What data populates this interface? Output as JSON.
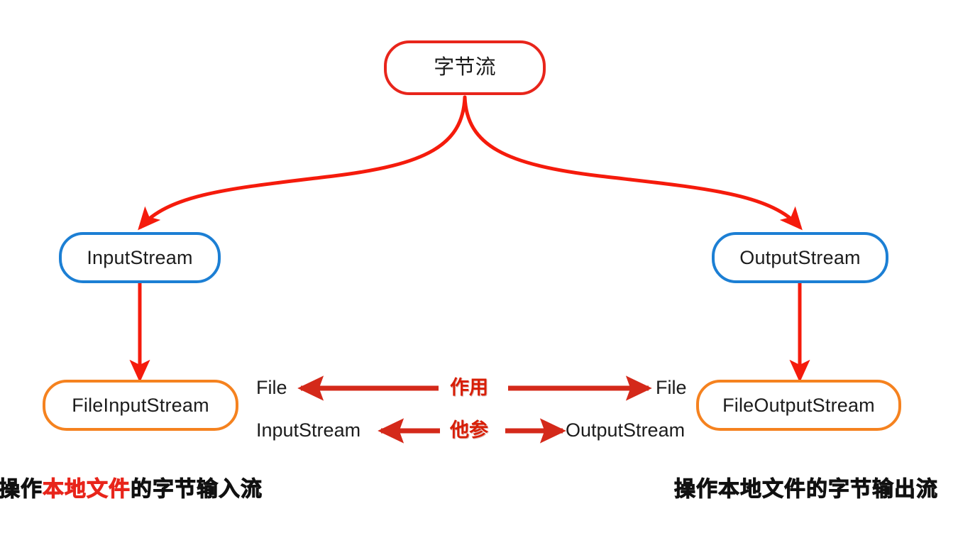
{
  "diagram": {
    "type": "tree-diagram",
    "title_node": "字节流",
    "background_color": "#ffffff",
    "colors": {
      "root_border": "#e8251b",
      "mid_border": "#1c7fd4",
      "leaf_border": "#f5821f",
      "edge": "#f51b0c",
      "arrow": "#d4291a",
      "tag_text": "#d81e06",
      "caption_text": "#111111",
      "caption_highlight": "#e8251b"
    },
    "nodes": [
      {
        "id": "root",
        "label": "字节流",
        "level": "root"
      },
      {
        "id": "input-stream",
        "label": "InputStream",
        "level": "mid"
      },
      {
        "id": "output-stream",
        "label": "OutputStream",
        "level": "mid"
      },
      {
        "id": "file-input-stream",
        "label": "FileInputStream",
        "level": "leaf"
      },
      {
        "id": "file-output-stream",
        "label": "FileOutputStream",
        "level": "leaf"
      }
    ],
    "comparison": {
      "rows": [
        {
          "tag": "作用",
          "left_label": "File",
          "right_label": "File"
        },
        {
          "tag": "他参",
          "left_label": "InputStream",
          "right_label": "OutputStream"
        }
      ]
    },
    "captions": {
      "left": {
        "prefix": "操作",
        "highlight": "本地文件",
        "suffix": "的字节输入流"
      },
      "right": {
        "full": "操作本地文件的字节输出流"
      }
    }
  }
}
